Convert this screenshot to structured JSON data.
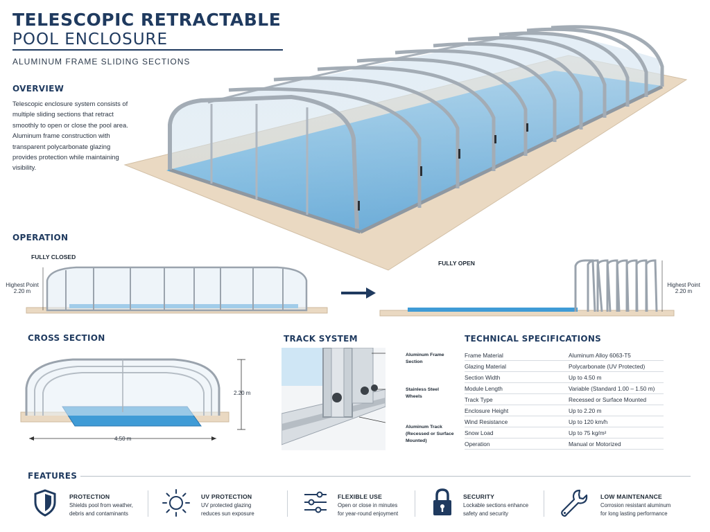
{
  "title": {
    "line1": "TELESCOPIC RETRACTABLE",
    "line2": "POOL ENCLOSURE",
    "subtitle": "ALUMINUM FRAME SLIDING SECTIONS"
  },
  "overview": {
    "heading": "OVERVIEW",
    "lines": [
      "Telescopic enclosure system consists of",
      "multiple sliding sections that retract",
      "smoothly to open or close the pool area.",
      "Aluminum frame construction with",
      "transparent polycarbonate glazing",
      "provides protection while maintaining",
      "visibility."
    ]
  },
  "operation": {
    "heading": "OPERATION",
    "closed_label": "FULLY CLOSED",
    "open_label": "FULLY OPEN",
    "height_label_1": "Highest Point",
    "height_value": "2.20 m"
  },
  "cross_section": {
    "heading": "CROSS SECTION",
    "height": "2.20 m",
    "width": "4.50 m"
  },
  "track_system": {
    "heading": "TRACK SYSTEM",
    "callouts": [
      {
        "lines": [
          "Aluminum Frame",
          "Section"
        ]
      },
      {
        "lines": [
          "Stainless Steel",
          "Wheels"
        ]
      },
      {
        "lines": [
          "Aluminum Track",
          "(Recessed or Surface",
          "Mounted)"
        ]
      }
    ]
  },
  "specs": {
    "heading": "TECHNICAL SPECIFICATIONS",
    "rows": [
      {
        "label": "Frame Material",
        "value": "Aluminum Alloy 6063-T5"
      },
      {
        "label": "Glazing Material",
        "value": "Polycarbonate (UV Protected)"
      },
      {
        "label": "Section Width",
        "value": "Up to 4.50 m"
      },
      {
        "label": "Module Length",
        "value": "Variable (Standard 1.00 – 1.50 m)"
      },
      {
        "label": "Track Type",
        "value": "Recessed or Surface Mounted"
      },
      {
        "label": "Enclosure Height",
        "value": "Up to 2.20 m"
      },
      {
        "label": "Wind Resistance",
        "value": "Up to 120 km/h"
      },
      {
        "label": "Snow Load",
        "value": "Up to 75 kg/m²"
      },
      {
        "label": "Operation",
        "value": "Manual or Motorized"
      }
    ]
  },
  "features": {
    "heading": "FEATURES",
    "items": [
      {
        "icon": "shield-icon",
        "title": "PROTECTION",
        "lines": [
          "Shields pool from weather,",
          "debris and contaminants"
        ]
      },
      {
        "icon": "sun-icon",
        "title": "UV PROTECTION",
        "lines": [
          "UV protected glazing",
          "reduces sun exposure"
        ]
      },
      {
        "icon": "sliders-icon",
        "title": "FLEXIBLE USE",
        "lines": [
          "Open or close in minutes",
          "for year-round enjoyment"
        ]
      },
      {
        "icon": "lock-icon",
        "title": "SECURITY",
        "lines": [
          "Lockable sections enhance",
          "safety and security"
        ]
      },
      {
        "icon": "wrench-icon",
        "title": "LOW MAINTENANCE",
        "lines": [
          "Corrosion resistant aluminum",
          "for long lasting performance"
        ]
      }
    ]
  },
  "colors": {
    "navy": "#1f3a5f",
    "pool_blue": "#3f9bd6",
    "frame_gray": "#9aa3ad",
    "deck": "#ead9c2"
  }
}
